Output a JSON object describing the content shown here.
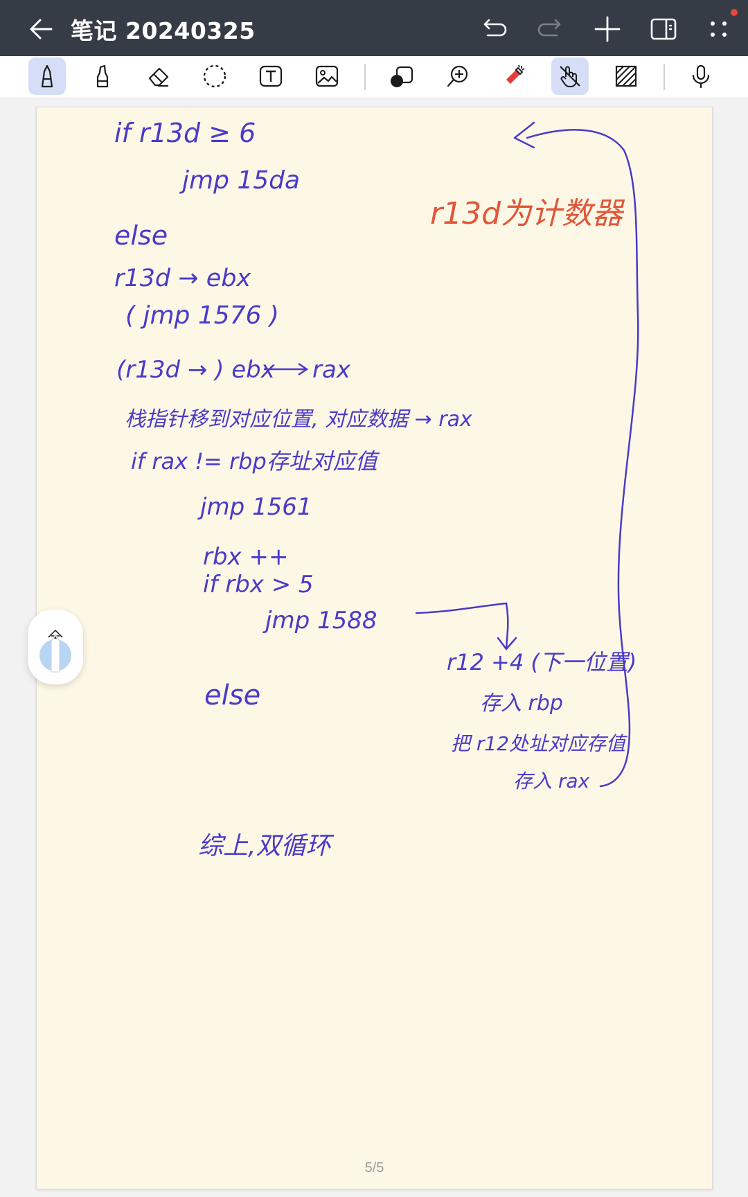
{
  "header": {
    "title": "笔记 20240325"
  },
  "note": {
    "lines": [
      "if  r13d ≥ 6",
      "jmp  15da",
      "else",
      "r13d → ebx",
      "( jmp  1576 )",
      "(r13d → ) ebx",
      "rax",
      "栈指针移到对应位置, 对应数据 → rax",
      "if   rax != rbp存址对应值",
      "jmp  1561",
      "rbx ++",
      "if   rbx  > 5",
      "jmp  1588",
      "else",
      "综上,双循环"
    ],
    "side_note": [
      "r12 +4 (下一位置)",
      "存入 rbp",
      "把   r12处址对应存值",
      "存入 rax"
    ],
    "red_note": "r13d为计数器"
  },
  "footer": {
    "page_indicator": "5/5"
  },
  "colors": {
    "titlebar": "#363c46",
    "ink": "#4a3ac9",
    "red_ink": "#e2563a",
    "paper": "#fdf8e6",
    "active_tool": "#d5def6"
  }
}
